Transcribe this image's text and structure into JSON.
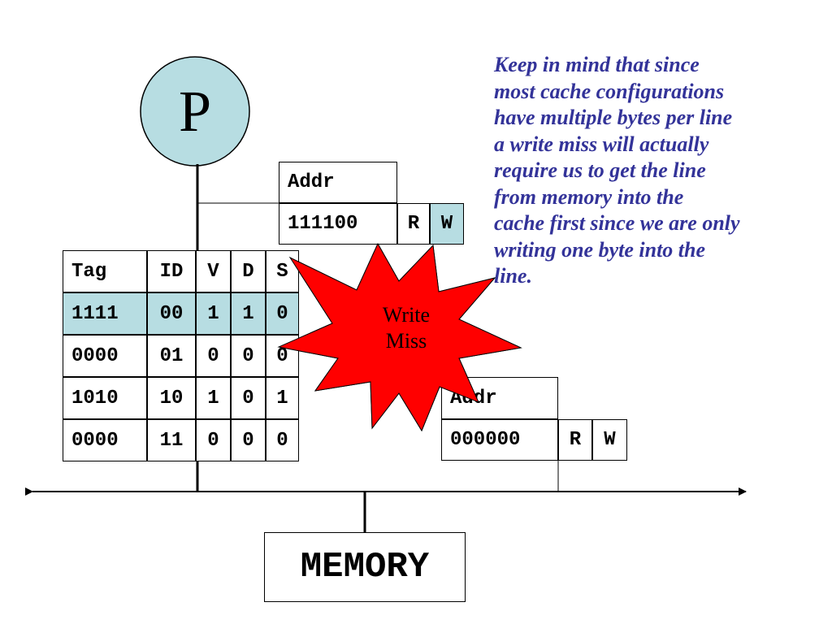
{
  "processor": {
    "label": "P"
  },
  "request_top": {
    "addr_header": "Addr",
    "addr_value": "111100",
    "r": "R",
    "w": "W"
  },
  "cache_table": {
    "headers": [
      "Tag",
      "ID",
      "V",
      "D",
      "S"
    ],
    "rows": [
      [
        "1111",
        "00",
        "1",
        "1",
        "0"
      ],
      [
        "0000",
        "01",
        "0",
        "0",
        "0"
      ],
      [
        "1010",
        "10",
        "1",
        "0",
        "1"
      ],
      [
        "0000",
        "11",
        "0",
        "0",
        "0"
      ]
    ]
  },
  "burst": {
    "line1": "Write",
    "line2": "Miss"
  },
  "request_bottom": {
    "addr_header": "Addr",
    "addr_value": "000000",
    "r": "R",
    "w": "W"
  },
  "memory": {
    "label": "MEMORY"
  },
  "note": {
    "lines": [
      "Keep in mind that since",
      "most cache configurations",
      "have multiple bytes per line",
      "a write miss will actually",
      "require us to get the line",
      "from memory into the",
      "cache first since we are only",
      "writing one byte into the",
      "line."
    ]
  },
  "colors": {
    "highlight": "#b7dde2",
    "burst_fill": "#ff0000",
    "note_text": "#333399"
  }
}
